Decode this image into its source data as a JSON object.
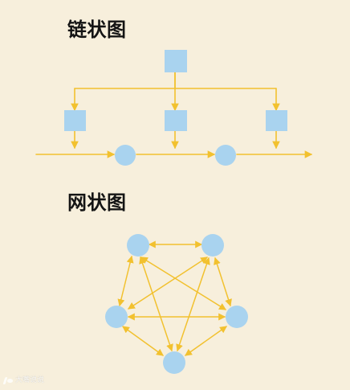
{
  "titles": {
    "chain": "链状图",
    "mesh": "网状图"
  },
  "watermark": {
    "text": "大嘴说说"
  },
  "colors": {
    "background": "#f7efdc",
    "node": "#a9d3ef",
    "arrow": "#f2c12f",
    "title": "#141414"
  },
  "icons": {
    "watermark_icon": "brand-mark-icon"
  }
}
